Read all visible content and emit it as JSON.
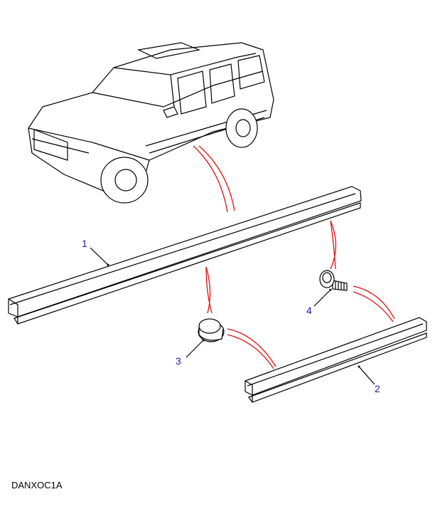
{
  "diagram": {
    "callouts": [
      {
        "number": "1",
        "part": "long-body-side-moulding"
      },
      {
        "number": "2",
        "part": "short-body-side-moulding"
      },
      {
        "number": "3",
        "part": "clip"
      },
      {
        "number": "4",
        "part": "screw"
      }
    ],
    "drawing_code": "DANXOC1A"
  },
  "colors": {
    "callout": "#1a1aa8",
    "leader_curves": "#e01010"
  }
}
